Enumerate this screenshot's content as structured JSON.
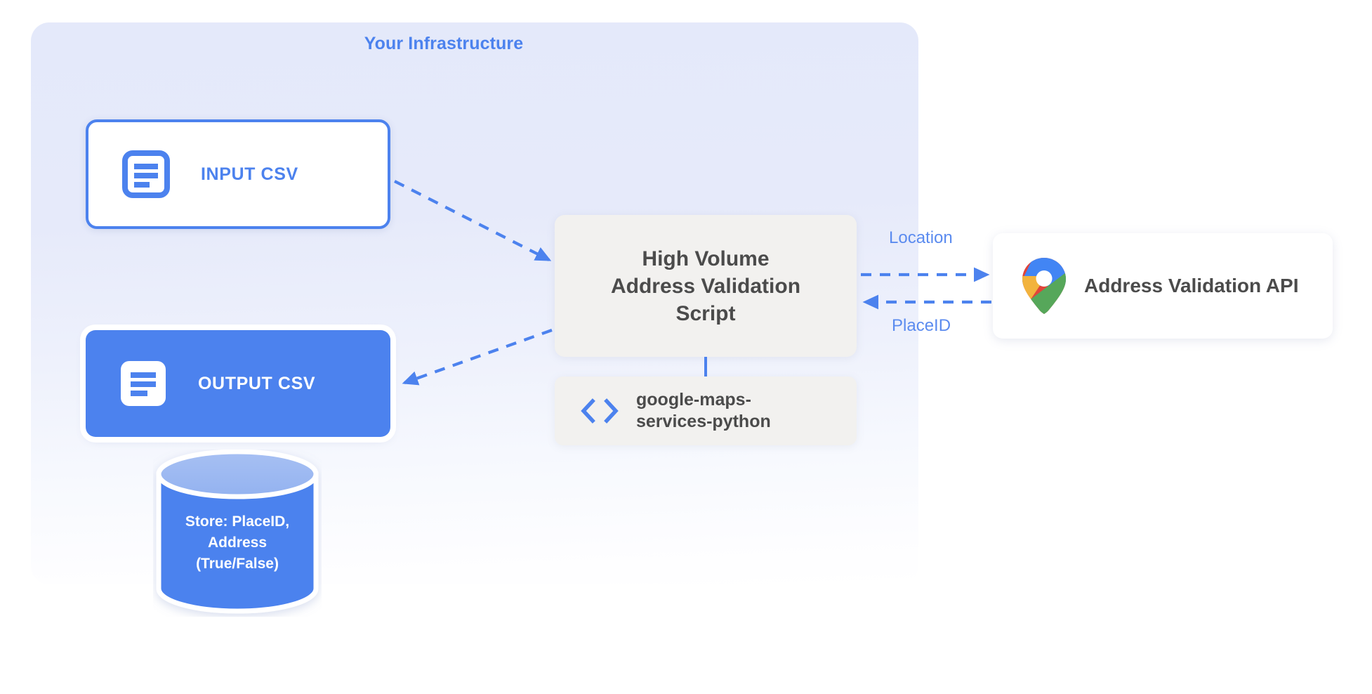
{
  "diagram": {
    "title": "Your Infrastructure",
    "accent_blue": "#4c82ee",
    "panel_bg": "#e6eafa",
    "box_gray": "#f2f1ef",
    "text_dark": "#4b4b4b"
  },
  "nodes": {
    "input_csv": {
      "label": "INPUT CSV",
      "icon": "document-icon"
    },
    "output_csv": {
      "label": "OUTPUT CSV",
      "icon": "document-icon"
    },
    "script": {
      "label": "High Volume\nAddress Validation\nScript"
    },
    "library": {
      "label": "google-maps-\nservices-python",
      "icon": "code-brackets-icon"
    },
    "api": {
      "label": "Address Validation API",
      "icon": "google-maps-pin-icon"
    },
    "database": {
      "label": "Store: PlaceID,\nAddress\n(True/False)",
      "icon": "database-cylinder-icon"
    }
  },
  "connections": [
    {
      "name": "input-to-script",
      "label": ""
    },
    {
      "name": "script-to-output",
      "label": ""
    },
    {
      "name": "script-to-api",
      "label": "Location"
    },
    {
      "name": "api-to-script",
      "label": "PlaceID"
    }
  ],
  "arrow_labels": {
    "location": "Location",
    "placeid": "PlaceID"
  },
  "pin_colors": {
    "blue": "#4285f4",
    "red": "#e0443a",
    "yellow": "#f2b33d",
    "green": "#56a75a"
  }
}
